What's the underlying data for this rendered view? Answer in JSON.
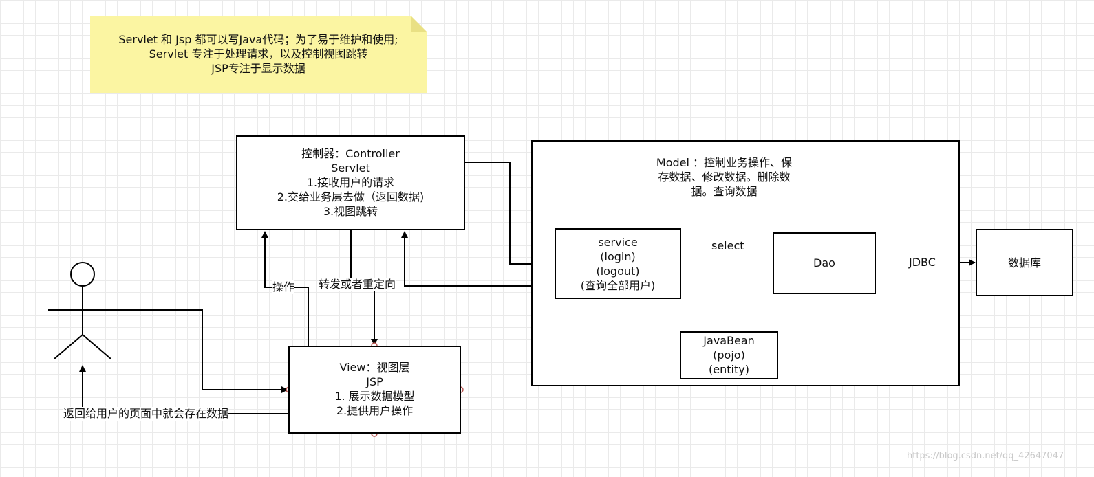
{
  "note": {
    "lines": [
      "Servlet 和 Jsp  都可以写Java代码；为了易于维护和使用;",
      "Servlet 专注于处理请求，以及控制视图跳转",
      "JSP专注于显示数据"
    ]
  },
  "controller": {
    "lines": [
      "控制器：Controller",
      "Servlet",
      "1.接收用户的请求",
      "2.交给业务层去做（返回数据)",
      "3.视图跳转"
    ]
  },
  "model": {
    "lines": [
      "Model ：控制业务操作、保",
      "存数据、修改数据。删除数",
      "据。查询数据"
    ]
  },
  "service": {
    "lines": [
      "service",
      "(login)",
      "(logout)",
      "(查询全部用户)"
    ]
  },
  "dao": {
    "label": "Dao"
  },
  "database": {
    "label": "数据库"
  },
  "javabean": {
    "lines": [
      "JavaBean",
      "(pojo)",
      "(entity)"
    ]
  },
  "view": {
    "lines": [
      "View：视图层",
      "JSP",
      "1. 展示数据模型",
      "2.提供用户操作"
    ]
  },
  "edges": {
    "select": "select",
    "jdbc": "JDBC",
    "operate": "操作",
    "forward": "转发或者重定向",
    "return_data": "返回给用户的页面中就会存在数据"
  },
  "watermark": "https://blog.csdn.net/qq_42647047"
}
